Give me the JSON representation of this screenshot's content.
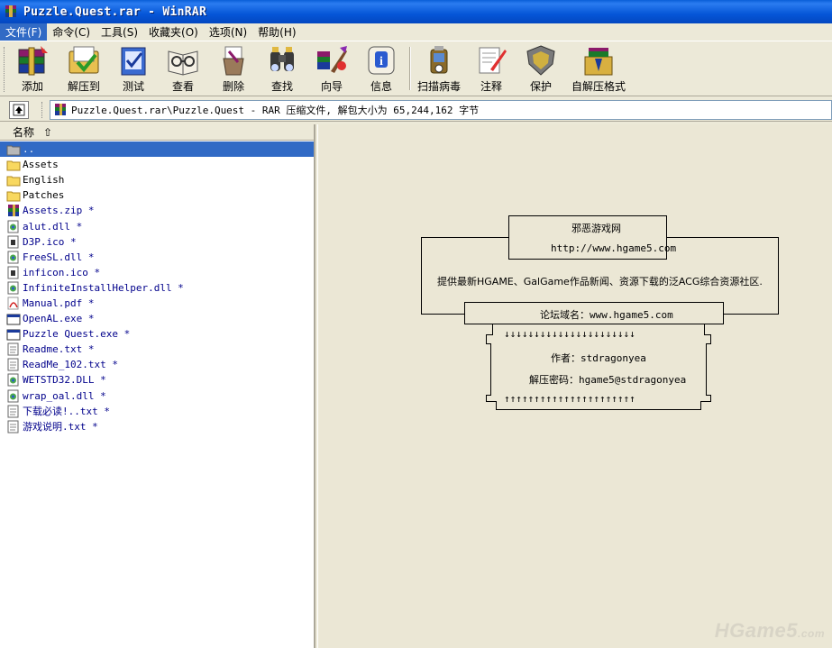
{
  "window": {
    "title": "Puzzle.Quest.rar - WinRAR"
  },
  "menu": [
    {
      "label": "文件(F)"
    },
    {
      "label": "命令(C)"
    },
    {
      "label": "工具(S)"
    },
    {
      "label": "收藏夹(O)"
    },
    {
      "label": "选项(N)"
    },
    {
      "label": "帮助(H)"
    }
  ],
  "toolbar": [
    {
      "label": "添加",
      "icon": "add-archive-icon"
    },
    {
      "label": "解压到",
      "icon": "extract-to-icon"
    },
    {
      "label": "测试",
      "icon": "test-icon"
    },
    {
      "label": "查看",
      "icon": "view-icon"
    },
    {
      "label": "删除",
      "icon": "delete-icon"
    },
    {
      "label": "查找",
      "icon": "find-icon"
    },
    {
      "label": "向导",
      "icon": "wizard-icon"
    },
    {
      "label": "信息",
      "icon": "info-icon"
    },
    {
      "label": "扫描病毒",
      "icon": "virus-scan-icon"
    },
    {
      "label": "注释",
      "icon": "comment-icon"
    },
    {
      "label": "保护",
      "icon": "protect-icon"
    },
    {
      "label": "自解压格式",
      "icon": "sfx-icon"
    }
  ],
  "address": {
    "path": "Puzzle.Quest.rar\\Puzzle.Quest - RAR 压缩文件, 解包大小为 65,244,162 字节"
  },
  "filelist": {
    "column_name": "名称",
    "rows": [
      {
        "name": "..",
        "type": "parent"
      },
      {
        "name": "Assets",
        "type": "folder"
      },
      {
        "name": "English",
        "type": "folder"
      },
      {
        "name": "Patches",
        "type": "folder"
      },
      {
        "name": "Assets.zip *",
        "type": "archive"
      },
      {
        "name": "alut.dll *",
        "type": "dll"
      },
      {
        "name": "D3P.ico *",
        "type": "ico"
      },
      {
        "name": "FreeSL.dll *",
        "type": "dll"
      },
      {
        "name": "inficon.ico *",
        "type": "ico"
      },
      {
        "name": "InfiniteInstallHelper.dll *",
        "type": "dll"
      },
      {
        "name": "Manual.pdf *",
        "type": "pdf"
      },
      {
        "name": "OpenAL.exe *",
        "type": "exe"
      },
      {
        "name": "Puzzle Quest.exe *",
        "type": "exe"
      },
      {
        "name": "Readme.txt *",
        "type": "txt"
      },
      {
        "name": "ReadMe_102.txt *",
        "type": "txt"
      },
      {
        "name": "WETSTD32.DLL *",
        "type": "dll"
      },
      {
        "name": "wrap_oal.dll *",
        "type": "dll"
      },
      {
        "name": "下载必读!..txt *",
        "type": "txt"
      },
      {
        "name": "游戏说明.txt *",
        "type": "txt"
      }
    ]
  },
  "comment": {
    "site_name": "邪恶游戏网",
    "site_url": "http://www.hgame5.com",
    "description": "提供最新HGAME、GalGame作品新闻、资源下载的泛ACG综合资源社区.",
    "forum": "论坛域名：www.hgame5.com",
    "arrows_down": "↓↓↓↓↓↓↓↓↓↓↓↓↓↓↓↓↓↓↓↓↓↓",
    "author": "作者：stdragonyea",
    "password": "解压密码：hgame5@stdragonyea",
    "arrows_up": "↑↑↑↑↑↑↑↑↑↑↑↑↑↑↑↑↑↑↑↑↑↑"
  },
  "watermark": {
    "brand": "HGame5",
    "suffix": ".com"
  }
}
